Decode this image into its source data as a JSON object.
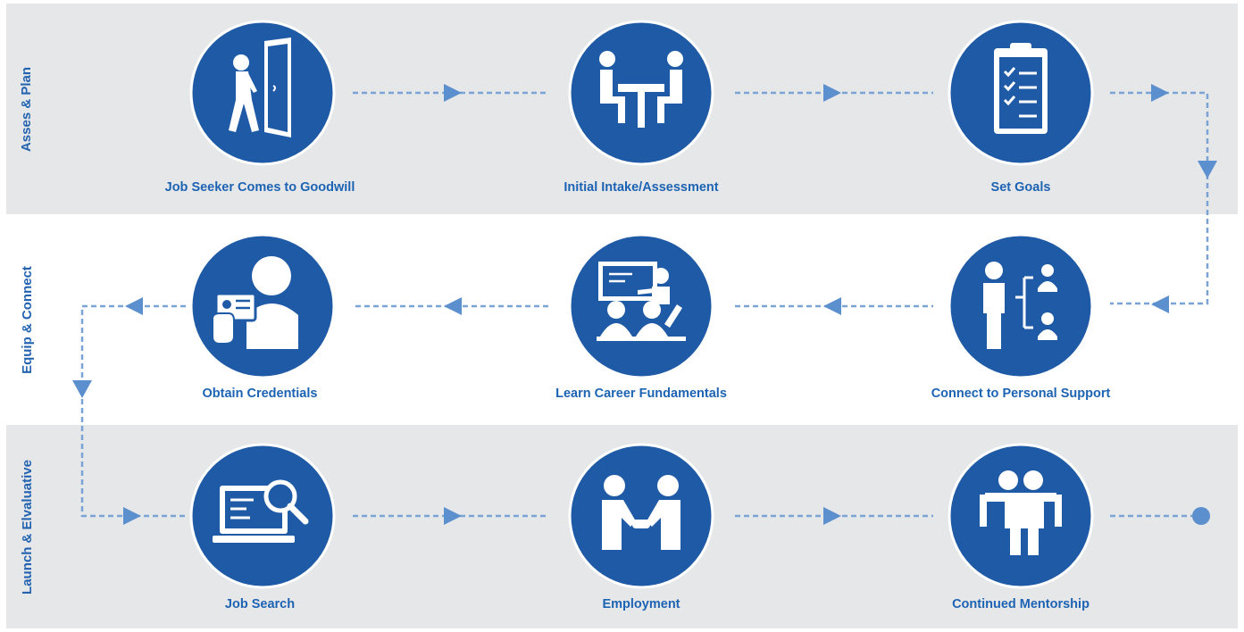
{
  "colors": {
    "band_shade": "#e6e7e9",
    "circle_fill": "#1f5aa6",
    "circle_ring": "#ffffff",
    "label_text": "#1d63b3",
    "connector": "#7aa3d6"
  },
  "phases": [
    {
      "label": "Asses & Plan",
      "steps": [
        {
          "label": "Job Seeker Comes to Goodwill",
          "icon": "person-entering-door-icon"
        },
        {
          "label": "Initial Intake/Assessment",
          "icon": "meeting-at-table-icon"
        },
        {
          "label": "Set Goals",
          "icon": "clipboard-checklist-icon"
        }
      ]
    },
    {
      "label": "Equip & Connect",
      "steps": [
        {
          "label": "Connect to Personal Support",
          "icon": "support-network-icon"
        },
        {
          "label": "Learn Career Fundamentals",
          "icon": "classroom-presentation-icon"
        },
        {
          "label": "Obtain Credentials",
          "icon": "id-credential-icon"
        }
      ]
    },
    {
      "label": "Launch & Elvaluative",
      "steps": [
        {
          "label": "Job Search",
          "icon": "laptop-search-icon"
        },
        {
          "label": "Employment",
          "icon": "handshake-icon"
        },
        {
          "label": "Continued Mentorship",
          "icon": "mentorship-embrace-icon"
        }
      ]
    }
  ]
}
